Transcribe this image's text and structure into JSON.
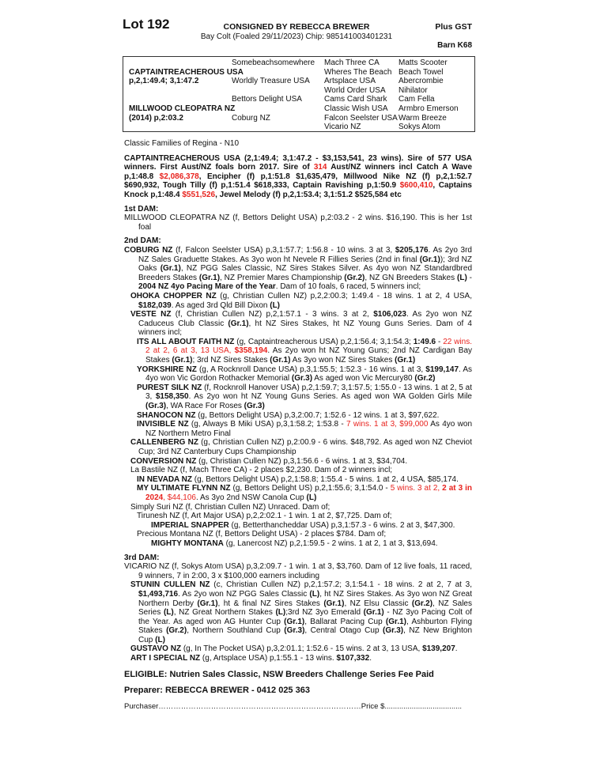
{
  "header": {
    "lot": "Lot 192",
    "consignor": "CONSIGNED BY REBECCA BREWER",
    "description": "Bay Colt (Foaled 29/11/2023) Chip: 985141003401231",
    "gst": "Plus GST",
    "barn": "Barn K68"
  },
  "pedigree": {
    "rows": [
      [
        "",
        "Somebeachsomewhere",
        "Mach Three CA",
        "Matts Scooter"
      ],
      [
        "CAPTAINTREACHEROUS USA",
        "",
        "Wheres The Beach",
        "Beach Towel"
      ],
      [
        "p,2,1:49.4; 3,1:47.2",
        "Worldly Treasure USA",
        "Artsplace USA",
        "Abercrombie"
      ],
      [
        "",
        "",
        "World Order USA",
        "Nihilator"
      ],
      [
        "",
        "Bettors Delight USA",
        "Cams Card Shark",
        "Cam Fella"
      ],
      [
        "MILLWOOD CLEOPATRA NZ",
        "",
        "Classic Wish USA",
        "Armbro Emerson"
      ],
      [
        "(2014) p,2:03.2",
        "Coburg NZ",
        "Falcon Seelster USA",
        "Warm Breeze"
      ],
      [
        "",
        "",
        "Vicario NZ",
        "Sokys Atom"
      ]
    ]
  },
  "family": "Classic Families of Regina - N10",
  "blocks": [
    {
      "kind": "sire",
      "lvl": "",
      "segs": [
        [
          "CAPTAINTREACHEROUS USA (2,1:49.4; 3,1:47.2 - $3,153,541, 23 wins). Sire of 577 USA winners. First Aust/NZ foals born 2017. Sire of ",
          "b"
        ],
        [
          "314",
          "br"
        ],
        [
          " Aust/NZ winners incl Catch A Wave p,1:48.8 ",
          "b"
        ],
        [
          "$2,086,378",
          "r"
        ],
        [
          ", Encipher (f) p,1:51.8  $1,635,479, Millwood Nike NZ (f) p,2,1:52.7 $690,932, Tough Tilly (f) p,1:51.4 $618,333, Captain Ravishing p,1:50.9 ",
          "b"
        ],
        [
          "$600,410",
          "r"
        ],
        [
          ", Captains Knock p,1:48.4 ",
          "b"
        ],
        [
          "$551,526",
          "r"
        ],
        [
          ", Jewel Melody (f) p,2,1:53.4; 3,1:51.2 $525,584 etc",
          "b"
        ]
      ]
    },
    {
      "kind": "heading",
      "lvl": "",
      "segs": [
        [
          "1st DAM:",
          "b"
        ]
      ]
    },
    {
      "kind": "para",
      "lvl": "l0",
      "segs": [
        [
          "MILLWOOD CLEOPATRA NZ (f, Bettors Delight USA) p,2:03.2 - 2 wins. $16,190. This is her 1st foal",
          ""
        ]
      ]
    },
    {
      "kind": "heading",
      "lvl": "",
      "segs": [
        [
          "2nd DAM:",
          "b"
        ]
      ]
    },
    {
      "kind": "para",
      "lvl": "l0",
      "segs": [
        [
          "COBURG NZ",
          "b"
        ],
        [
          " (f, Falcon Seelster USA) p,3,1:57.7; 1:56.8 - 10 wins. 3 at 3, ",
          ""
        ],
        [
          "$205,176",
          "b"
        ],
        [
          ". As 2yo 3rd NZ Sales Graduette Stakes. As 3yo won ht Nevele R Fillies Series (2nd in final ",
          ""
        ],
        [
          "(Gr.1)",
          "b"
        ],
        [
          "); 3rd NZ Oaks ",
          ""
        ],
        [
          "(Gr.1)",
          "b"
        ],
        [
          ", NZ PGG Sales Classic, NZ Sires Stakes Silver. As 4yo won NZ Standardbred Breeders Stakes ",
          ""
        ],
        [
          "(Gr.1)",
          "b"
        ],
        [
          ", NZ Premier Mares Championship ",
          ""
        ],
        [
          "(Gr.2)",
          "b"
        ],
        [
          ", NZ GN Breeders Stakes ",
          ""
        ],
        [
          "(L)",
          "b"
        ],
        [
          " - ",
          ""
        ],
        [
          "2004 NZ 4yo Pacing Mare of the Year",
          "b"
        ],
        [
          ". Dam of 10 foals, 6 raced, 5 winners incl;",
          ""
        ]
      ]
    },
    {
      "kind": "para",
      "lvl": "l1",
      "segs": [
        [
          "OHOKA CHOPPER NZ",
          "b"
        ],
        [
          " (g, Christian Cullen NZ) p,2,2:00.3; 1:49.4 - 18 wins. 1 at 2, 4 USA, ",
          ""
        ],
        [
          "$182,039",
          "b"
        ],
        [
          ". As aged 3rd Qld Bill Dixon ",
          ""
        ],
        [
          "(L)",
          "b"
        ]
      ]
    },
    {
      "kind": "para",
      "lvl": "l1",
      "segs": [
        [
          "VESTE NZ",
          "b"
        ],
        [
          " (f, Christian Cullen NZ) p,2,1:57.1 - 3 wins. 3 at 2, ",
          ""
        ],
        [
          "$106,023",
          "b"
        ],
        [
          ". As 2yo won NZ Caduceus Club Classic ",
          ""
        ],
        [
          "(Gr.1)",
          "b"
        ],
        [
          ", ht NZ Sires Stakes, ht NZ Young Guns Series. Dam of 4 winners incl;",
          ""
        ]
      ]
    },
    {
      "kind": "para",
      "lvl": "l2",
      "segs": [
        [
          "ITS ALL ABOUT FAITH NZ",
          "b"
        ],
        [
          " (g, Captaintreacherous USA) p,2,1:56.4; 3,1:54.3; ",
          ""
        ],
        [
          "1:49.6",
          "b"
        ],
        [
          " -  ",
          ""
        ],
        [
          "22 wins. 2 at 2, 6 at 3, 13 USA, ",
          "r"
        ],
        [
          "$358,194",
          "br"
        ],
        [
          ". As 2yo won ht NZ Young Guns; 2nd NZ Cardigan Bay Stakes ",
          ""
        ],
        [
          "(Gr.1)",
          "b"
        ],
        [
          "; 3rd NZ Sires Stakes ",
          ""
        ],
        [
          "(Gr.1)",
          "b"
        ],
        [
          " As 3yo won NZ Sires Stakes ",
          ""
        ],
        [
          "(Gr.1)",
          "b"
        ]
      ]
    },
    {
      "kind": "para",
      "lvl": "l2",
      "segs": [
        [
          "YORKSHIRE NZ",
          "b"
        ],
        [
          " (g, A Rocknroll Dance USA) p,3,1:55.5; 1:52.3 - 16 wins. 1 at 3, ",
          ""
        ],
        [
          "$199,147",
          "b"
        ],
        [
          ". As 4yo won Vic Gordon Rothacker Memorial ",
          ""
        ],
        [
          "(Gr.3)",
          "b"
        ],
        [
          " As aged won Vic Mercury80 ",
          ""
        ],
        [
          "(Gr.2)",
          "b"
        ]
      ]
    },
    {
      "kind": "para",
      "lvl": "l2",
      "segs": [
        [
          "PUREST SILK NZ",
          "b"
        ],
        [
          " (f, Rocknroll Hanover USA) p,2,1:59.7; 3,1:57.5; 1:55.0 - 13 wins. 1 at 2, 5 at 3, ",
          ""
        ],
        [
          "$158,350",
          "b"
        ],
        [
          ". As 2yo won ht NZ Young Guns Series. As aged won WA Golden Girls Mile ",
          ""
        ],
        [
          "(Gr.3)",
          "b"
        ],
        [
          ", WA Race For Roses ",
          ""
        ],
        [
          "(Gr.3)",
          "b"
        ]
      ]
    },
    {
      "kind": "para",
      "lvl": "l2",
      "segs": [
        [
          "SHANOCON NZ",
          "b"
        ],
        [
          " (g, Bettors Delight USA) p,3,2:00.7; 1:52.6 - 12 wins. 1 at 3, $97,622.",
          ""
        ]
      ]
    },
    {
      "kind": "para",
      "lvl": "l2",
      "segs": [
        [
          "INVISIBLE NZ",
          "b"
        ],
        [
          " (g, Always B Miki USA) p,3,1:58.2; 1:53.8 - ",
          ""
        ],
        [
          "7 wins. 1 at 3, $99,000",
          "r"
        ],
        [
          " As 4yo won NZ Northern Metro Final",
          ""
        ]
      ]
    },
    {
      "kind": "para",
      "lvl": "l1",
      "segs": [
        [
          "CALLENBERG NZ",
          "b"
        ],
        [
          " (g, Christian Cullen NZ) p,2:00.9 - 6 wins. $48,792. As aged won NZ Cheviot Cup; 3rd NZ Canterbury Cups Championship",
          ""
        ]
      ]
    },
    {
      "kind": "para",
      "lvl": "l1",
      "segs": [
        [
          "CONVERSION NZ",
          "b"
        ],
        [
          " (g, Christian Cullen NZ) p,3,1:56.6 - 6 wins. 1 at 3, $34,704.",
          ""
        ]
      ]
    },
    {
      "kind": "para",
      "lvl": "l1",
      "segs": [
        [
          "La Bastile NZ (f, Mach Three CA) - 2 places $2,230. Dam of 2 winners incl;",
          ""
        ]
      ]
    },
    {
      "kind": "para",
      "lvl": "l2",
      "segs": [
        [
          "IN NEVADA NZ",
          "b"
        ],
        [
          " (g, Bettors Delight USA) p,2,1:58.8; 1:55.4 - 5 wins. 1 at 2, 4 USA, $85,174.",
          ""
        ]
      ]
    },
    {
      "kind": "para",
      "lvl": "l2",
      "segs": [
        [
          "MY ULTIMATE FLYNN NZ",
          "b"
        ],
        [
          " (g, Bettors Delight US) p,2,1:55.6; 3,1:54.0 - ",
          ""
        ],
        [
          "5 wins. 3 at 2, ",
          "r"
        ],
        [
          "2 at 3 in 2024",
          "br"
        ],
        [
          ", $44,106",
          "r"
        ],
        [
          ". As 3yo 2nd NSW Canola Cup ",
          ""
        ],
        [
          "(L)",
          "b"
        ]
      ]
    },
    {
      "kind": "para",
      "lvl": "l1",
      "segs": [
        [
          "Simply Suri NZ (f, Christian Cullen NZ) Unraced. Dam of;",
          ""
        ]
      ]
    },
    {
      "kind": "para",
      "lvl": "l2",
      "segs": [
        [
          "Tirunesh NZ (f, Art Major USA) p,2,2:02.1 - 1 win. 1 at 2, $7,725. Dam of;",
          ""
        ]
      ]
    },
    {
      "kind": "para",
      "lvl": "l4",
      "segs": [
        [
          "IMPERIAL SNAPPER",
          "b"
        ],
        [
          " (g, Betterthancheddar USA) p,3,1:57.3 - 6 wins. 2 at 3, $47,300.",
          ""
        ]
      ]
    },
    {
      "kind": "para",
      "lvl": "l2",
      "segs": [
        [
          "Precious Montana NZ (f, Bettors Delight USA) - 2 places $784. Dam of;",
          ""
        ]
      ]
    },
    {
      "kind": "para",
      "lvl": "l4",
      "segs": [
        [
          "MIGHTY MONTANA",
          "b"
        ],
        [
          " (g, Lanercost NZ) p,2,1:59.5 - 2 wins. 1 at 2, 1 at 3, $13,694.",
          ""
        ]
      ]
    },
    {
      "kind": "heading",
      "lvl": "",
      "segs": [
        [
          "3rd DAM:",
          "b"
        ]
      ]
    },
    {
      "kind": "para",
      "lvl": "l0",
      "segs": [
        [
          "VICARIO NZ (f, Sokys Atom USA) p,3,2:09.7 - 1 win. 1 at 3, $3,760. Dam of 12 live foals, 11 raced, 9 winners, 7 in 2:00, 3 x $100,000 earners including",
          ""
        ]
      ]
    },
    {
      "kind": "para",
      "lvl": "l1",
      "segs": [
        [
          "STUNIN CULLEN NZ",
          "b"
        ],
        [
          " (c, Christian Cullen NZ) p,2,1:57.2; 3,1:54.1 - 18 wins. 2 at 2, 7 at 3, ",
          ""
        ],
        [
          "$1,493,716",
          "b"
        ],
        [
          ". As 2yo won NZ PGG Sales Classic ",
          ""
        ],
        [
          "(L)",
          "b"
        ],
        [
          ", ht NZ Sires Stakes. As 3yo won NZ Great Northern Derby ",
          ""
        ],
        [
          "(Gr.1)",
          "b"
        ],
        [
          ", ht & final NZ Sires Stakes ",
          ""
        ],
        [
          "(Gr.1)",
          "b"
        ],
        [
          ", NZ Elsu Classic ",
          ""
        ],
        [
          "(Gr.2)",
          "b"
        ],
        [
          ", NZ Sales Series ",
          ""
        ],
        [
          "(L)",
          "b"
        ],
        [
          ", NZ Great Northern Stakes ",
          ""
        ],
        [
          "(L)",
          "b"
        ],
        [
          ";3rd NZ 3yo Emerald ",
          ""
        ],
        [
          "(Gr.1)",
          "b"
        ],
        [
          " - NZ 3yo Pacing Colt of the Year. As aged won AG Hunter Cup ",
          ""
        ],
        [
          "(Gr.1)",
          "b"
        ],
        [
          ", Ballarat Pacing Cup ",
          ""
        ],
        [
          "(Gr.1)",
          "b"
        ],
        [
          ", Ashburton Flying Stakes ",
          ""
        ],
        [
          "(Gr.2)",
          "b"
        ],
        [
          ", Northern Southland Cup ",
          ""
        ],
        [
          "(Gr.3)",
          "b"
        ],
        [
          ", Central Otago Cup ",
          ""
        ],
        [
          "(Gr.3)",
          "b"
        ],
        [
          ", NZ New Brighton Cup ",
          ""
        ],
        [
          "(L)",
          "b"
        ]
      ]
    },
    {
      "kind": "para",
      "lvl": "l1",
      "segs": [
        [
          "GUSTAVO NZ",
          "b"
        ],
        [
          " (g, In The Pocket USA) p,3,2:01.1; 1:52.6 - 15 wins. 2 at 3, 13 USA, ",
          ""
        ],
        [
          "$139,207",
          "b"
        ],
        [
          ".",
          ""
        ]
      ]
    },
    {
      "kind": "para",
      "lvl": "l1",
      "segs": [
        [
          "ART I SPECIAL NZ",
          "b"
        ],
        [
          " (g, Artsplace USA) p,1:55.1 - 13 wins. ",
          ""
        ],
        [
          "$107,332",
          "b"
        ],
        [
          ".",
          ""
        ]
      ]
    }
  ],
  "eligible": "ELIGIBLE: Nutrien Sales Classic, NSW Breeders Challenge Series Fee Paid",
  "preparer": "Preparer: REBECCA BREWER - 0412 025 363",
  "purchaser_label": "Purchaser………………………………………………………………………Price $....................................."
}
